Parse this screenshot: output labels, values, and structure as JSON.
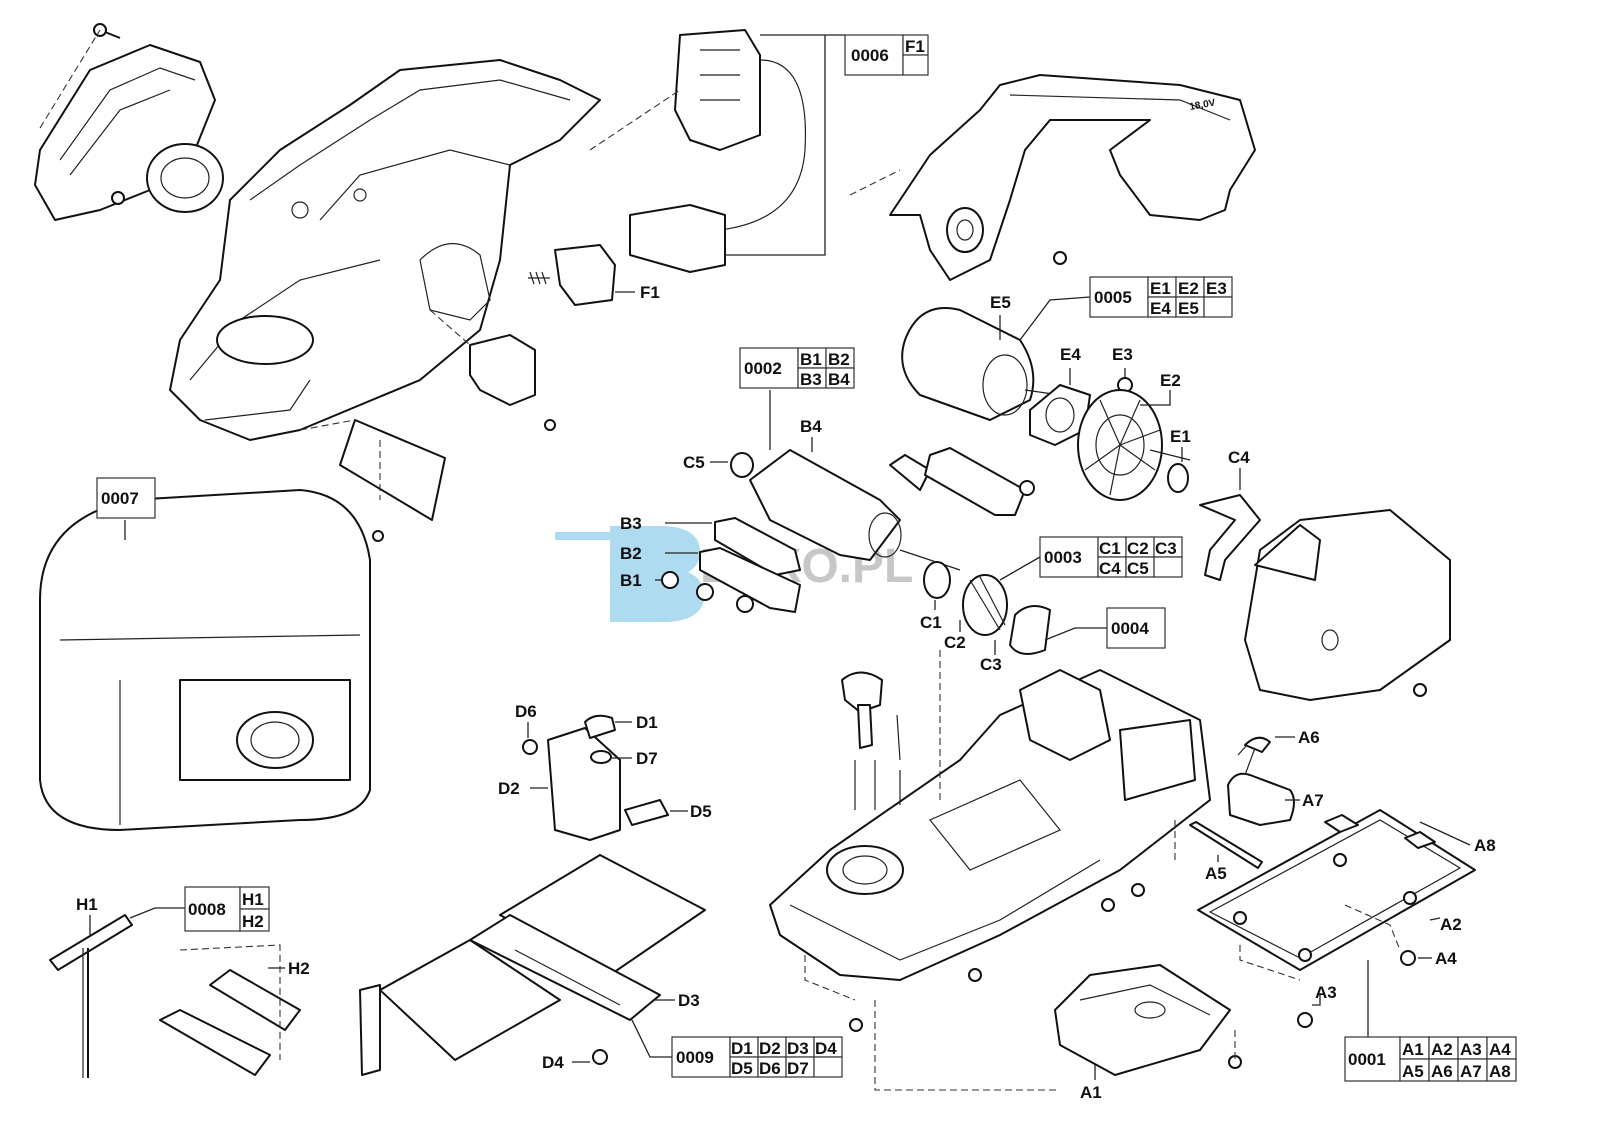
{
  "title": "Exploded parts diagram – cordless planer",
  "watermark": {
    "text": "BAXO.PL",
    "color": "#6bbde3"
  },
  "handle_marking": "18,0V",
  "labels": {
    "F1": "F1",
    "E1": "E1",
    "E2": "E2",
    "E3": "E3",
    "E4": "E4",
    "E5": "E5",
    "B1": "B1",
    "B2": "B2",
    "B3": "B3",
    "B4": "B4",
    "C1": "C1",
    "C2": "C2",
    "C3": "C3",
    "C4": "C4",
    "C5": "C5",
    "D1": "D1",
    "D2": "D2",
    "D3": "D3",
    "D4": "D4",
    "D5": "D5",
    "D6": "D6",
    "D7": "D7",
    "A1": "A1",
    "A2": "A2",
    "A3": "A3",
    "A4": "A4",
    "A5": "A5",
    "A6": "A6",
    "A7": "A7",
    "A8": "A8",
    "H1": "H1",
    "H2": "H2"
  },
  "kits": [
    {
      "code": "0001",
      "parts": [
        "A1",
        "A2",
        "A3",
        "A4",
        "A5",
        "A6",
        "A7",
        "A8"
      ]
    },
    {
      "code": "0002",
      "parts": [
        "B1",
        "B2",
        "B3",
        "B4"
      ]
    },
    {
      "code": "0003",
      "parts": [
        "C1",
        "C2",
        "C3",
        "C4",
        "C5"
      ]
    },
    {
      "code": "0004",
      "parts": []
    },
    {
      "code": "0005",
      "parts": [
        "E1",
        "E2",
        "E3",
        "E4",
        "E5"
      ]
    },
    {
      "code": "0006",
      "parts": [
        "F1"
      ]
    },
    {
      "code": "0007",
      "parts": []
    },
    {
      "code": "0008",
      "parts": [
        "H1",
        "H2"
      ]
    },
    {
      "code": "0009",
      "parts": [
        "D1",
        "D2",
        "D3",
        "D4",
        "D5",
        "D6",
        "D7"
      ]
    }
  ]
}
